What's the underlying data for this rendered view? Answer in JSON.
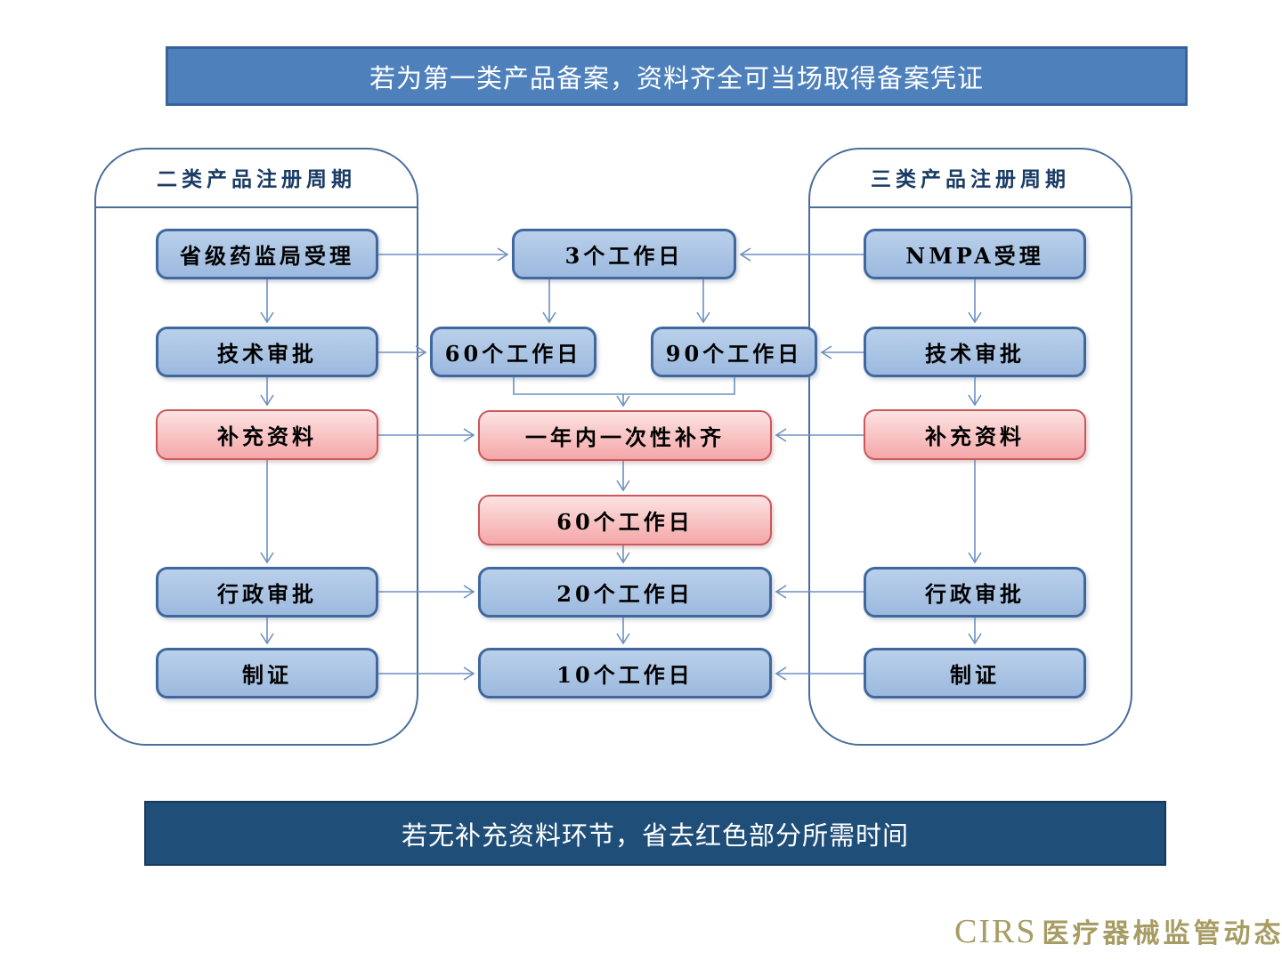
{
  "banners": {
    "top": "若为第一类产品备案，资料齐全可当场取得备案凭证",
    "bottom": "若无补充资料环节，省去红色部分所需时间"
  },
  "containers": {
    "class2": {
      "title": "二类产品注册周期"
    },
    "class3": {
      "title": "三类产品注册周期"
    }
  },
  "nodes": {
    "left": [
      {
        "id": "provincial-acceptance",
        "label": "省级药监局受理",
        "color": "blue"
      },
      {
        "id": "technical-review",
        "label": "技术审批",
        "color": "blue"
      },
      {
        "id": "supplement-materials",
        "label": "补充资料",
        "color": "pink"
      },
      {
        "id": "administrative-approval",
        "label": "行政审批",
        "color": "blue"
      },
      {
        "id": "certificate-issuance",
        "label": "制证",
        "color": "blue"
      }
    ],
    "middle": [
      {
        "id": "3-working-days",
        "label": "3个工作日",
        "color": "blue"
      },
      {
        "id": "60-working-days",
        "label": "60个工作日",
        "color": "blue"
      },
      {
        "id": "90-working-days",
        "label": "90个工作日",
        "color": "blue"
      },
      {
        "id": "one-year-one-time-supplement",
        "label": "一年内一次性补齐",
        "color": "pink"
      },
      {
        "id": "60-working-days-supplement",
        "label": "60个工作日",
        "color": "pink"
      },
      {
        "id": "20-working-days",
        "label": "20个工作日",
        "color": "blue"
      },
      {
        "id": "10-working-days",
        "label": "10个工作日",
        "color": "blue"
      }
    ],
    "right": [
      {
        "id": "nmpa-acceptance",
        "label": "NMPA受理",
        "color": "blue"
      },
      {
        "id": "technical-review",
        "label": "技术审批",
        "color": "blue"
      },
      {
        "id": "supplement-materials",
        "label": "补充资料",
        "color": "pink"
      },
      {
        "id": "administrative-approval",
        "label": "行政审批",
        "color": "blue"
      },
      {
        "id": "certificate-issuance",
        "label": "制证",
        "color": "blue"
      }
    ]
  },
  "footer": {
    "brand": "CIRS",
    "brand_suffix": "医疗器械监管动态"
  },
  "colors": {
    "blue_node_fill": "#A9C4E3",
    "blue_node_border": "#41689E",
    "pink_node_fill": "#F8B9BB",
    "pink_node_border": "#C9595B",
    "connector_line": "#6E90BF",
    "top_banner_fill": "#4E81BC",
    "bottom_banner_fill": "#1F4E79",
    "container_border": "#4A6D9B",
    "title_text": "#1A3C66",
    "logo_text": "#A79C63"
  }
}
